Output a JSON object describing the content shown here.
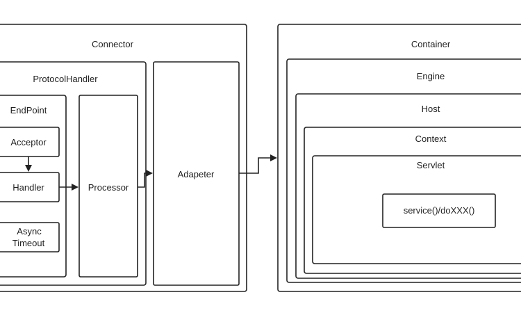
{
  "connector": {
    "title": "Connector",
    "protocol_handler": {
      "title": "ProtocolHandler",
      "endpoint": {
        "title": "EndPoint",
        "acceptor": "Acceptor",
        "handler": "Handler",
        "async_timeout_line1": "Async",
        "async_timeout_line2": "Timeout"
      },
      "processor": "Processor"
    },
    "adapter": "Adapeter"
  },
  "container": {
    "title": "Container",
    "engine": "Engine",
    "host": "Host",
    "context": "Context",
    "servlet": "Servlet",
    "service_method": "service()/doXXX()"
  },
  "colors": {
    "stroke": "#222222",
    "background": "#ffffff"
  }
}
